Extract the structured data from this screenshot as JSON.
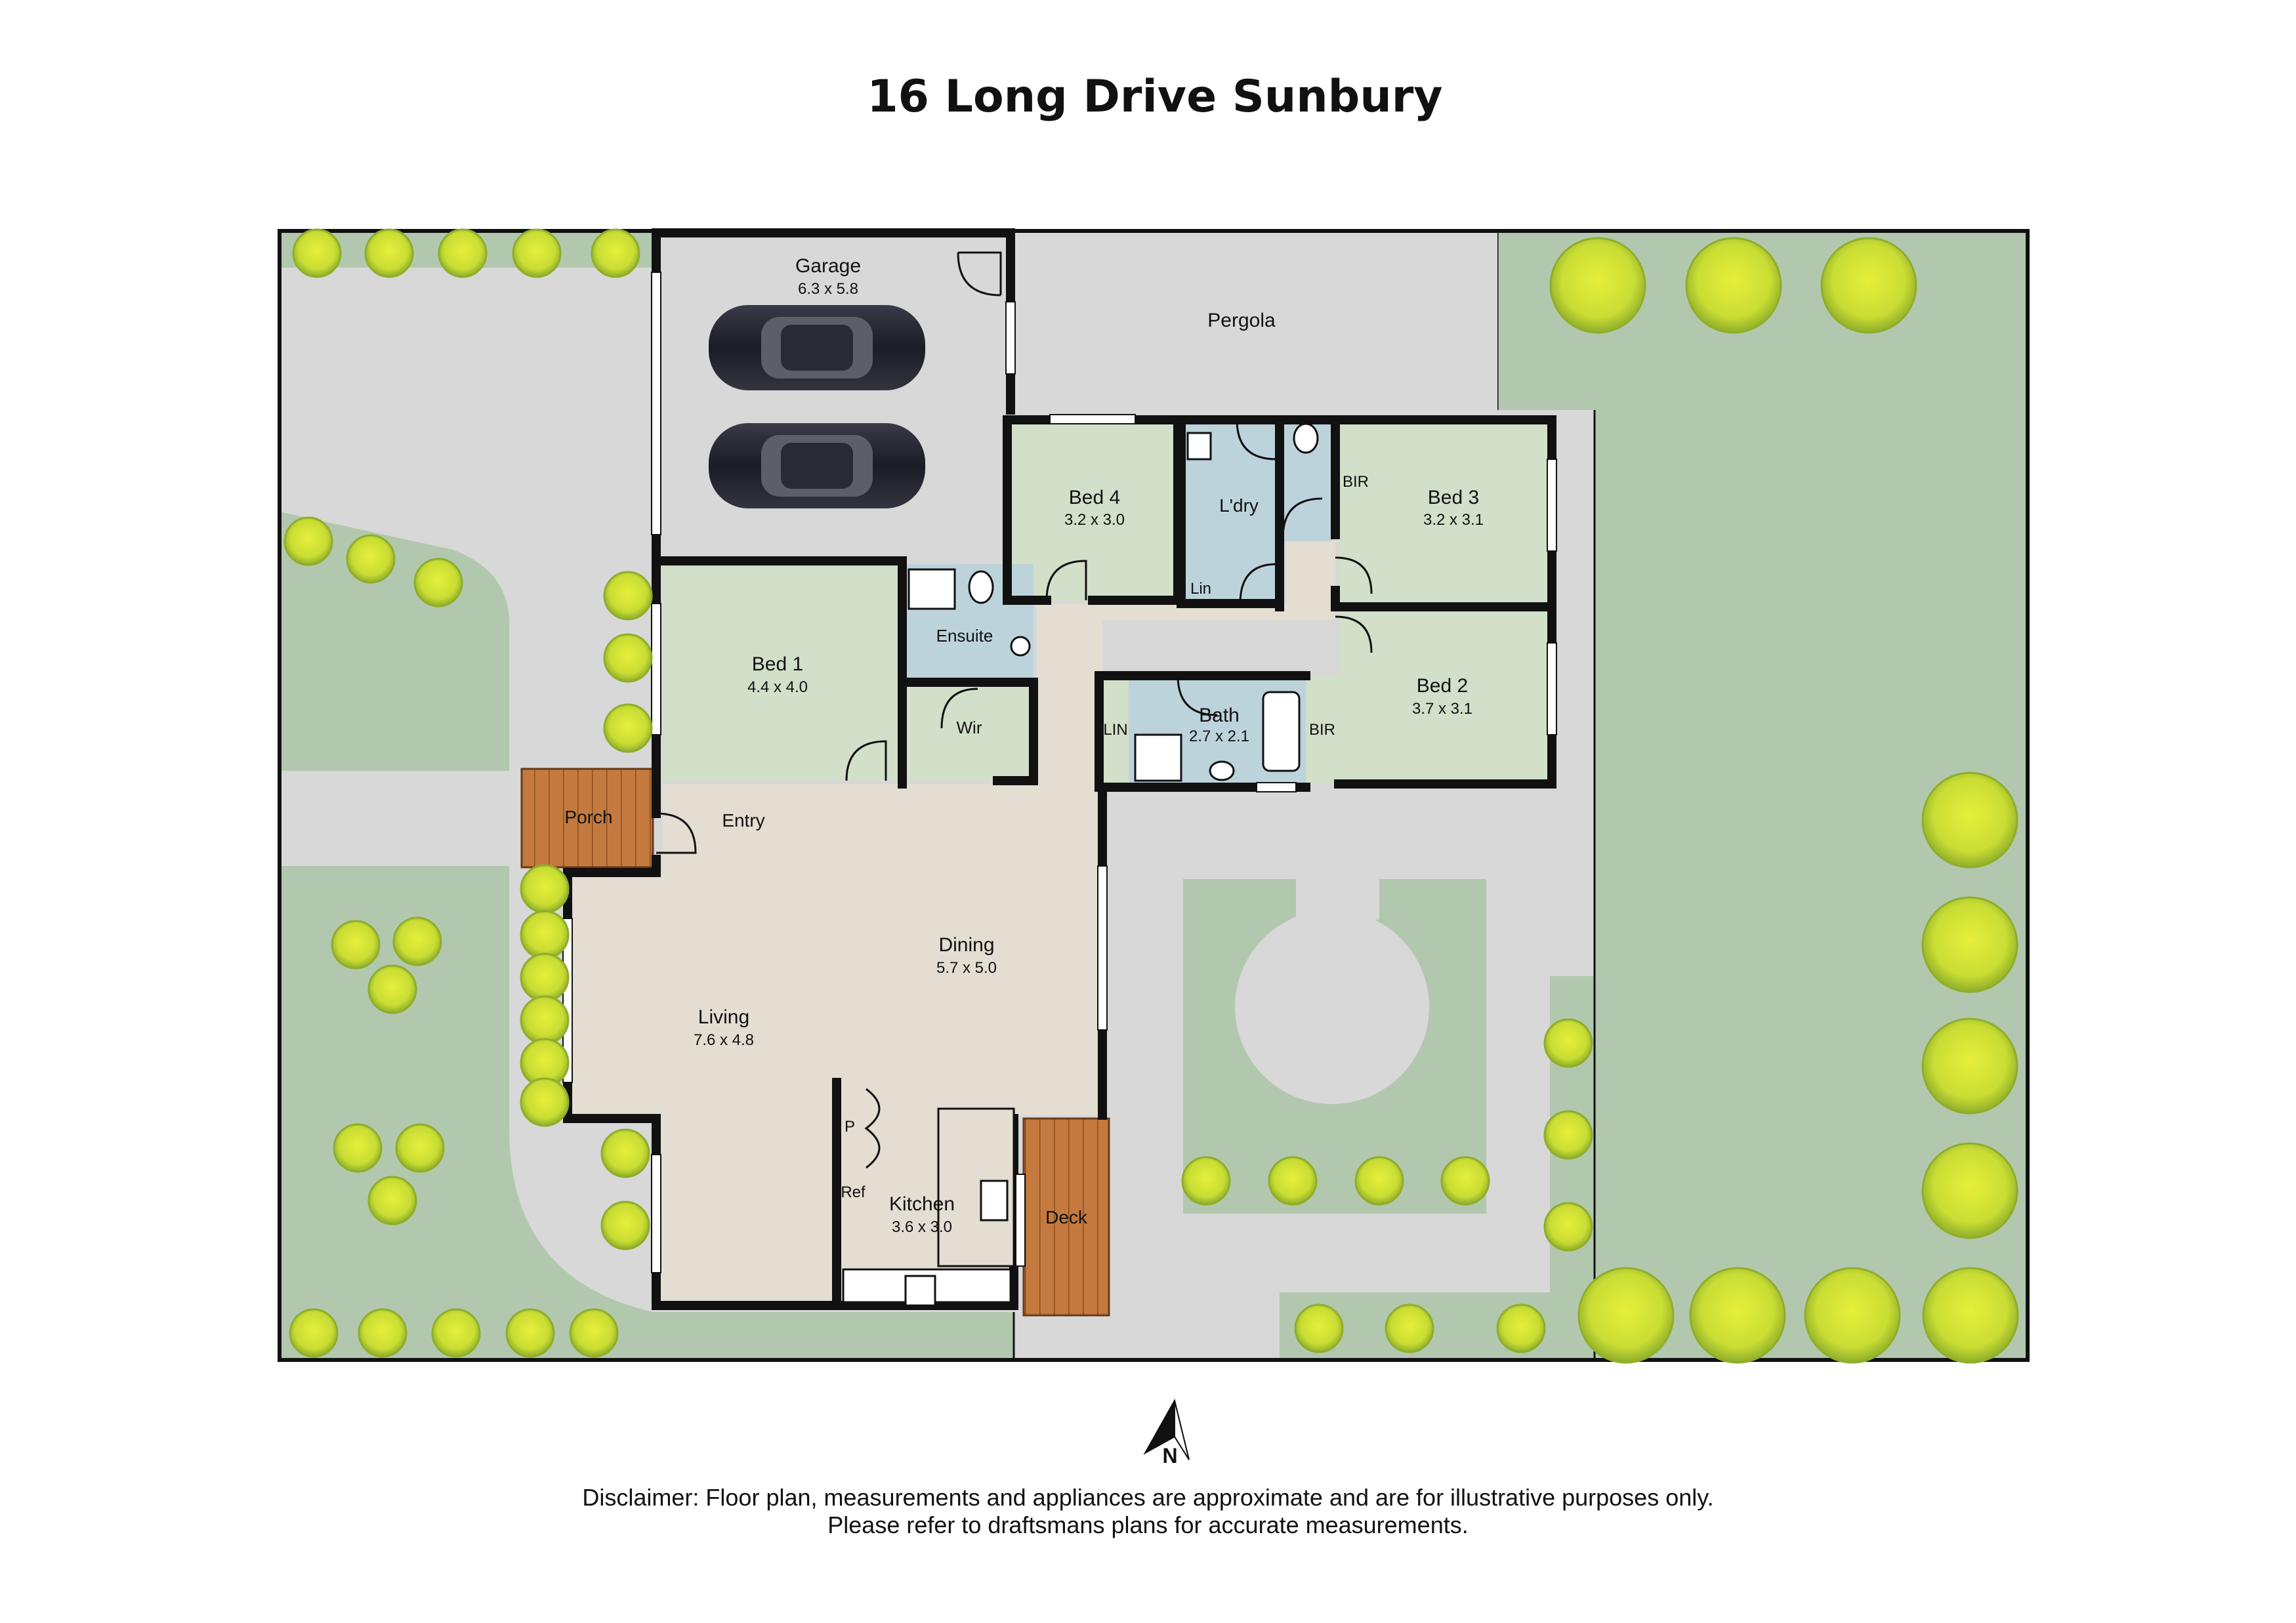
{
  "title": "16 Long Drive Sunbury",
  "rooms": {
    "garage": {
      "name": "Garage",
      "dims": "6.3 x 5.8"
    },
    "pergola": {
      "name": "Pergola"
    },
    "bed4": {
      "name": "Bed 4",
      "dims": "3.2 x 3.0"
    },
    "laundry": {
      "name": "L'dry"
    },
    "bed3": {
      "name": "Bed 3",
      "dims": "3.2 x 3.1"
    },
    "bir": {
      "name": "BIR"
    },
    "lin": {
      "name": "Lin"
    },
    "linen": {
      "name": "LIN"
    },
    "bed1": {
      "name": "Bed 1",
      "dims": "4.4 x 4.0"
    },
    "ensuite": {
      "name": "Ensuite"
    },
    "wir": {
      "name": "Wir"
    },
    "bath": {
      "name": "Bath",
      "dims": "2.7 x 2.1"
    },
    "bed2": {
      "name": "Bed 2",
      "dims": "3.7 x 3.1"
    },
    "porch": {
      "name": "Porch"
    },
    "entry": {
      "name": "Entry"
    },
    "dining": {
      "name": "Dining",
      "dims": "5.7 x 5.0"
    },
    "living": {
      "name": "Living",
      "dims": "7.6 x 4.8"
    },
    "pantry": {
      "name": "P"
    },
    "ref": {
      "name": "Ref"
    },
    "kitchen": {
      "name": "Kitchen",
      "dims": "3.6 x 3.0"
    },
    "deck": {
      "name": "Deck"
    }
  },
  "compass": {
    "label": "N"
  },
  "disclaimer": {
    "line1": "Disclaimer: Floor plan, measurements and appliances are approximate and are for illustrative purposes only.",
    "line2": "Please refer to draftsmans plans for accurate measurements."
  },
  "colors": {
    "lawn": "#b2c8ae",
    "paving": "#d8d8d8",
    "room": "#d2dfc9",
    "wet": "#bdd3dc",
    "living": "#e3ddd2",
    "deck": "#c47a3e",
    "tree": "#cfe13a",
    "wall": "#111111"
  }
}
